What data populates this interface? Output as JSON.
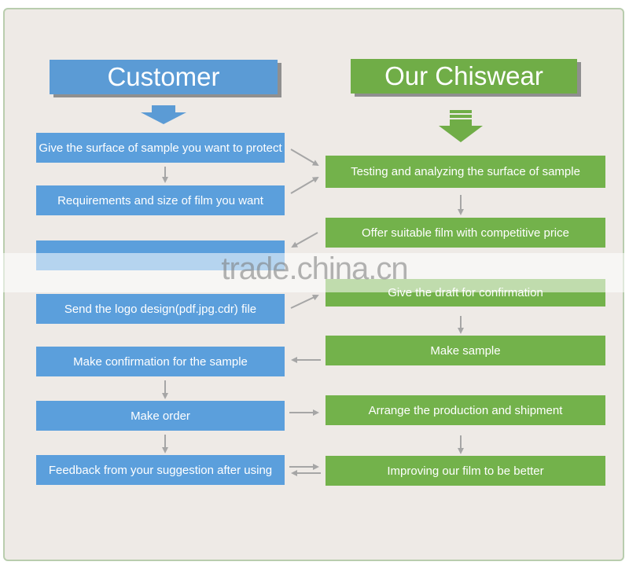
{
  "headers": {
    "customer": "Customer",
    "chiswear": "Our Chiswear"
  },
  "customer_steps": [
    "Give the surface of sample you want to protect",
    "Requirements and size of film you want",
    "",
    "Send the logo design(pdf.jpg.cdr) file",
    "Make confirmation for the sample",
    "Make order",
    "Feedback from your suggestion after using"
  ],
  "chiswear_steps": [
    "Testing and analyzing the surface of sample",
    "Offer suitable film with competitive price",
    "Give the draft for confirmation",
    "Make sample",
    "Arrange the production and shipment",
    "Improving our film to be better"
  ],
  "watermark": "trade.china.cn",
  "colors": {
    "customer_blue": "#5b9fdc",
    "chiswear_green": "#73b24b",
    "arrow_gray": "#a6a6a6"
  }
}
